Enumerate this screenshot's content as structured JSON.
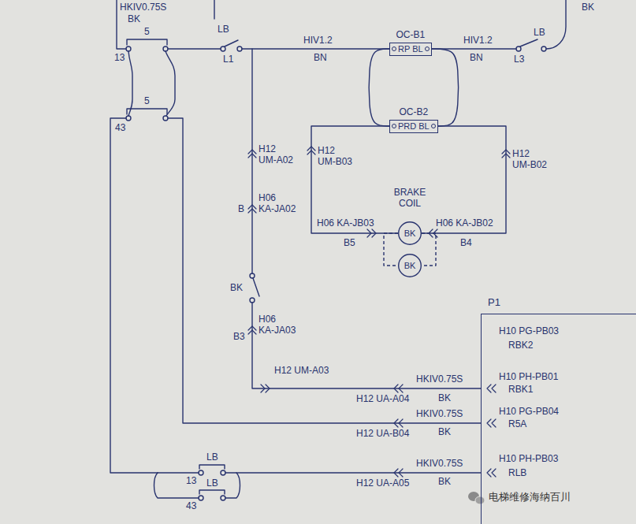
{
  "diagram": {
    "nodes": [
      {
        "text": [
          "OC-B1",
          "RP BL"
        ]
      },
      {
        "text": [
          "OC-B2",
          "PRD BL"
        ]
      },
      {
        "text": [
          "BK"
        ]
      },
      {
        "text": [
          "BK"
        ]
      },
      {
        "text": [
          "P1",
          "H10 PG-PB03",
          "RBK2",
          "H10 PH-PB01",
          "RBK1",
          "H10 PG-PB04",
          "R5A",
          "H10 PH-PB03",
          "RLB"
        ]
      }
    ],
    "edges": [
      {
        "from": 0,
        "to": 1,
        "arrow": "none"
      },
      {
        "from": 0,
        "to": 1,
        "arrow": "none"
      },
      {
        "from": 1,
        "to": 2,
        "arrow": "none"
      },
      {
        "from": 1,
        "to": 2,
        "arrow": "none"
      },
      {
        "from": 2,
        "to": 3,
        "arrow": "none"
      },
      {
        "from": 2,
        "to": 3,
        "arrow": "none"
      }
    ],
    "labels": [
      "HKIV0.75S",
      "BK",
      "BK",
      "5",
      "LB",
      "13",
      "L1",
      "HIV1.2",
      "BN",
      "HIV1.2",
      "BN",
      "LB",
      "L3",
      "5",
      "43",
      "H12",
      "UM-A02",
      "H12",
      "UM-B03",
      "H12",
      "UM-B02",
      "BRAKE COIL",
      "H06",
      "KA-JA02",
      "B",
      "H06 KA-JB03",
      "H06 KA-JB02",
      "B5",
      "B4",
      "BK",
      "H06",
      "KA-JA03",
      "B3",
      "H12 UM-A03",
      "HKIV0.75S",
      "BK",
      "H12 UA-A04",
      "HKIV0.75S",
      "BK",
      "H12 UA-B04",
      "LB",
      "13",
      "HKIV0.75S",
      "BK",
      "H12 UA-A05",
      "LB",
      "43",
      "电梯维修海纳百川"
    ]
  }
}
